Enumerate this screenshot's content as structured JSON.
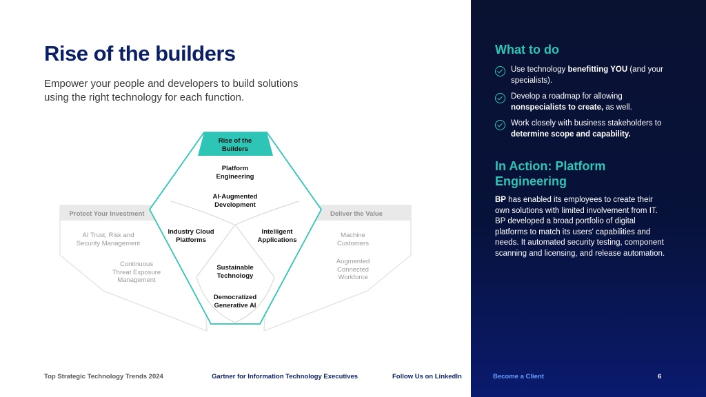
{
  "title": "Rise of the builders",
  "subtitle": "Empower your people and developers to build solutions using the right technology for each function.",
  "diagram": {
    "top": [
      "Rise of the",
      "Builders"
    ],
    "center": {
      "platform": [
        "Platform",
        "Engineering"
      ],
      "ai_augmented": [
        "AI-Augmented",
        "Development"
      ],
      "industry_cloud": [
        "Industry Cloud",
        "Platforms"
      ],
      "intelligent_apps": [
        "Intelligent",
        "Applications"
      ],
      "sustainable": [
        "Sustainable",
        "Technology"
      ],
      "democratized": [
        "Democratized",
        "Generative AI"
      ]
    },
    "left_band": "Protect Your Investment",
    "left_items": {
      "ai_trust": [
        "AI Trust, Risk and",
        "Security Management"
      ],
      "ctem": [
        "Continuous",
        "Threat Exposure",
        "Management"
      ]
    },
    "right_band": "Deliver the Value",
    "right_items": {
      "machine": [
        "Machine",
        "Customers"
      ],
      "augmented": [
        "Augmented",
        "Connected",
        "Workforce"
      ]
    }
  },
  "footer": {
    "report": "Top Strategic Technology Trends 2024",
    "gartner": "Gartner for Information Technology Executives",
    "linkedin": "Follow Us on LinkedIn",
    "client": "Become a Client",
    "page": "6"
  },
  "sidebar": {
    "what_to_do_heading": "What to do",
    "todos": [
      {
        "a": "Use technology ",
        "b": "benefitting YOU",
        "c": " (and your specialists)."
      },
      {
        "a": "Develop a roadmap for allowing ",
        "b": "nonspecialists to create,",
        "c": " as well."
      },
      {
        "a": "Work closely with business stakeholders to ",
        "b": "determine scope and capability.",
        "c": ""
      }
    ],
    "action_heading": "In Action: Platform Engineering",
    "action_bold": "BP",
    "action_text": " has enabled its employees to create their own solutions with limited involvement from IT. BP developed a broad portfolio of digital platforms to match its users' capabilities and needs. It automated security testing, component scanning and licensing, and release automation."
  },
  "colors": {
    "navy": "#0b1f66",
    "teal": "#2ec4b6",
    "panel": "#07123a",
    "link_blue": "#6aa0ff"
  }
}
